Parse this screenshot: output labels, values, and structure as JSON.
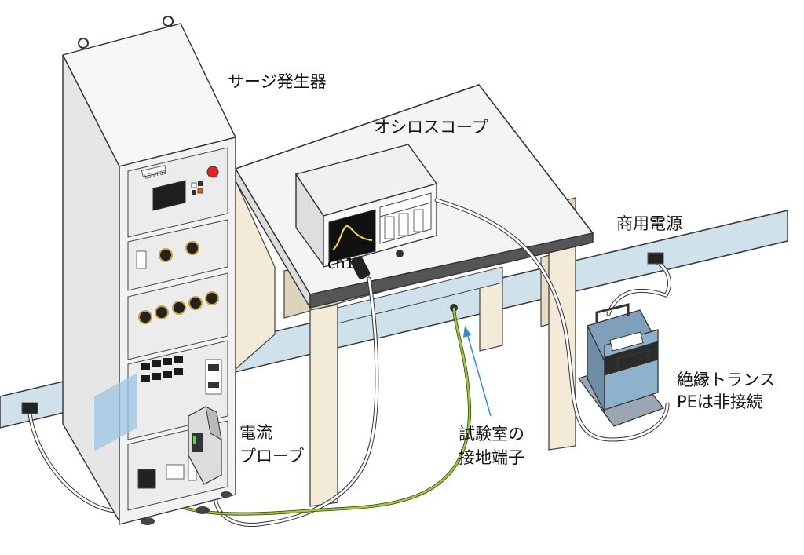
{
  "labels": {
    "surge_generator": "サージ発生器",
    "oscilloscope": "オシロスコープ",
    "mains_power": "商用電源",
    "isolation_transformer": "絶縁トランス\nPEは非接続",
    "current_probe": "電流\nプローブ",
    "lab_ground_terminal": "試験室の\n接地端子",
    "channel": "ch1",
    "generator_badge": "LSS-F03"
  },
  "colors": {
    "wall_rail": "#cfe2ec",
    "table_top": "#f4f4f4",
    "table_legs": "#f3ead7",
    "rack_body": "#f2f2f2",
    "rack_panel": "#ececec",
    "ground_wire": "#9cc83c",
    "ground_arrow": "#2f8fd0",
    "transformer": "#8fb2cc",
    "scope_trace": "#ffd84a",
    "stop_button": "#e32222",
    "shield_plate": "#9ec4e6"
  },
  "icons": [
    "outlet-icon",
    "bnc-connector-icon",
    "emergency-stop-icon"
  ]
}
